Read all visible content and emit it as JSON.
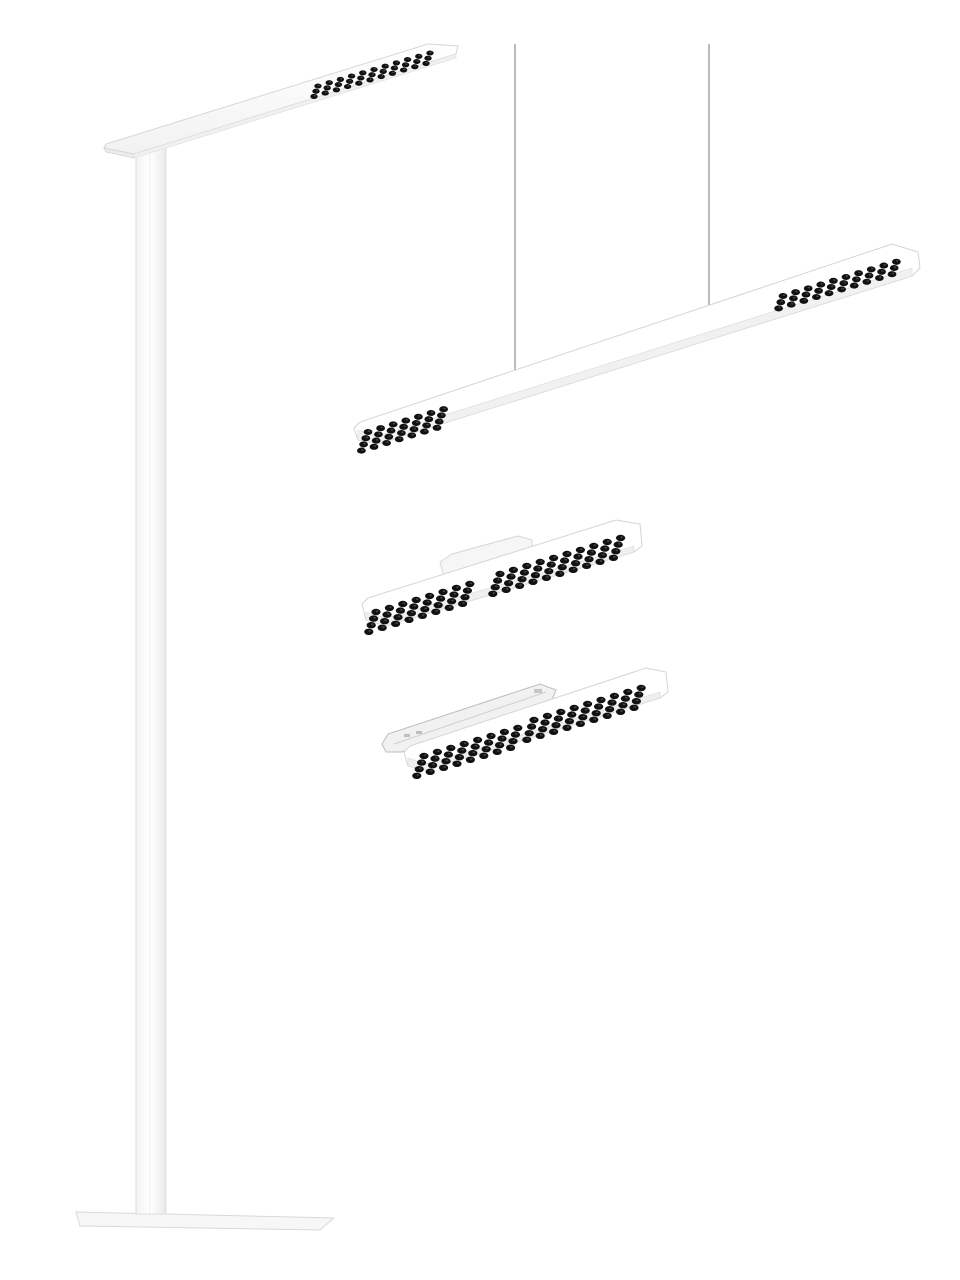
{
  "scene": {
    "background": "#ffffff",
    "luminaire_color": "#ffffff",
    "luminaire_edge_color": "#d6d6d6",
    "luminaire_shadow_color": "#ececec",
    "lens_color": "#111111",
    "cable_color": "#7a7a7a",
    "products": [
      {
        "name": "floor-standing-luminaire",
        "lens_rows": 3
      },
      {
        "name": "pendant-luminaire",
        "suspension_cables": 2
      },
      {
        "name": "surface-mounted-luminaire",
        "lens_rows": 4
      },
      {
        "name": "recessed-luminaire",
        "lens_rows": 4
      }
    ]
  }
}
